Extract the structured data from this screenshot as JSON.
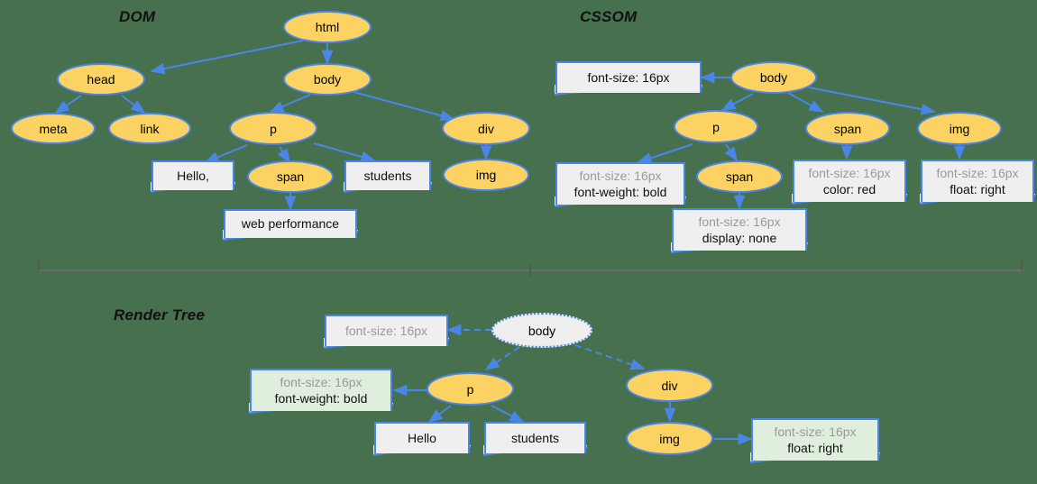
{
  "titles": {
    "dom": "DOM",
    "cssom": "CSSOM",
    "render_tree": "Render Tree"
  },
  "colors": {
    "background": "#47704f",
    "node_fill": "#fcd362",
    "node_stroke": "#4a86e8",
    "box_fill": "#efefef",
    "box_fill_green": "#dfeedd",
    "ghost_fill": "#eeeeee",
    "muted_text": "#9a9a9a",
    "text": "#000000",
    "divider": "#6b6b6b"
  },
  "dom": {
    "nodes": [
      {
        "id": "html",
        "label": "html",
        "type": "element"
      },
      {
        "id": "head",
        "label": "head",
        "type": "element"
      },
      {
        "id": "body",
        "label": "body",
        "type": "element"
      },
      {
        "id": "meta",
        "label": "meta",
        "type": "element"
      },
      {
        "id": "link",
        "label": "link",
        "type": "element"
      },
      {
        "id": "p",
        "label": "p",
        "type": "element"
      },
      {
        "id": "div",
        "label": "div",
        "type": "element"
      },
      {
        "id": "span",
        "label": "span",
        "type": "element"
      },
      {
        "id": "img",
        "label": "img",
        "type": "element"
      }
    ],
    "text_nodes": [
      {
        "id": "hello",
        "label": "Hello,"
      },
      {
        "id": "students",
        "label": "students"
      },
      {
        "id": "webperf",
        "label": "web performance"
      }
    ],
    "edges": [
      [
        "html",
        "head"
      ],
      [
        "html",
        "body"
      ],
      [
        "head",
        "meta"
      ],
      [
        "head",
        "link"
      ],
      [
        "body",
        "p"
      ],
      [
        "body",
        "div"
      ],
      [
        "p",
        "hello"
      ],
      [
        "p",
        "span"
      ],
      [
        "p",
        "students"
      ],
      [
        "span",
        "webperf"
      ],
      [
        "div",
        "img"
      ]
    ]
  },
  "cssom": {
    "nodes": [
      {
        "id": "body",
        "label": "body"
      },
      {
        "id": "p",
        "label": "p"
      },
      {
        "id": "span1",
        "label": "span"
      },
      {
        "id": "img",
        "label": "img"
      },
      {
        "id": "span2",
        "label": "span"
      }
    ],
    "rules": [
      {
        "id": "r_body",
        "lines": [
          {
            "text": "font-size: 16px",
            "inherited": false
          }
        ]
      },
      {
        "id": "r_p",
        "lines": [
          {
            "text": "font-size: 16px",
            "inherited": true
          },
          {
            "text": "font-weight: bold",
            "inherited": false
          }
        ]
      },
      {
        "id": "r_span2",
        "lines": [
          {
            "text": "font-size: 16px",
            "inherited": true
          },
          {
            "text": "display: none",
            "inherited": false
          }
        ]
      },
      {
        "id": "r_span1",
        "lines": [
          {
            "text": "font-size: 16px",
            "inherited": true
          },
          {
            "text": "color: red",
            "inherited": false
          }
        ]
      },
      {
        "id": "r_img",
        "lines": [
          {
            "text": "font-size: 16px",
            "inherited": true
          },
          {
            "text": "float: right",
            "inherited": false
          }
        ]
      }
    ],
    "edges": [
      [
        "body",
        "r_body"
      ],
      [
        "body",
        "p"
      ],
      [
        "body",
        "span1"
      ],
      [
        "body",
        "img"
      ],
      [
        "p",
        "r_p"
      ],
      [
        "p",
        "span2"
      ],
      [
        "span2",
        "r_span2"
      ],
      [
        "span1",
        "r_span1"
      ],
      [
        "img",
        "r_img"
      ]
    ]
  },
  "render_tree": {
    "nodes": [
      {
        "id": "body",
        "label": "body",
        "style": "ghost"
      },
      {
        "id": "p",
        "label": "p",
        "style": "element"
      },
      {
        "id": "div",
        "label": "div",
        "style": "element"
      },
      {
        "id": "img",
        "label": "img",
        "style": "element"
      }
    ],
    "text_nodes": [
      {
        "id": "hello",
        "label": "Hello"
      },
      {
        "id": "students",
        "label": "students"
      }
    ],
    "rules": [
      {
        "id": "r_body",
        "green": false,
        "lines": [
          {
            "text": "font-size: 16px",
            "inherited": true
          }
        ]
      },
      {
        "id": "r_p",
        "green": true,
        "lines": [
          {
            "text": "font-size: 16px",
            "inherited": true
          },
          {
            "text": "font-weight: bold",
            "inherited": false
          }
        ]
      },
      {
        "id": "r_img",
        "green": true,
        "lines": [
          {
            "text": "font-size: 16px",
            "inherited": true
          },
          {
            "text": "float: right",
            "inherited": false
          }
        ]
      }
    ],
    "edges": [
      [
        "body",
        "r_body"
      ],
      [
        "body",
        "p"
      ],
      [
        "body",
        "div"
      ],
      [
        "p",
        "r_p"
      ],
      [
        "p",
        "hello"
      ],
      [
        "p",
        "students"
      ],
      [
        "div",
        "img"
      ],
      [
        "img",
        "r_img"
      ]
    ]
  }
}
